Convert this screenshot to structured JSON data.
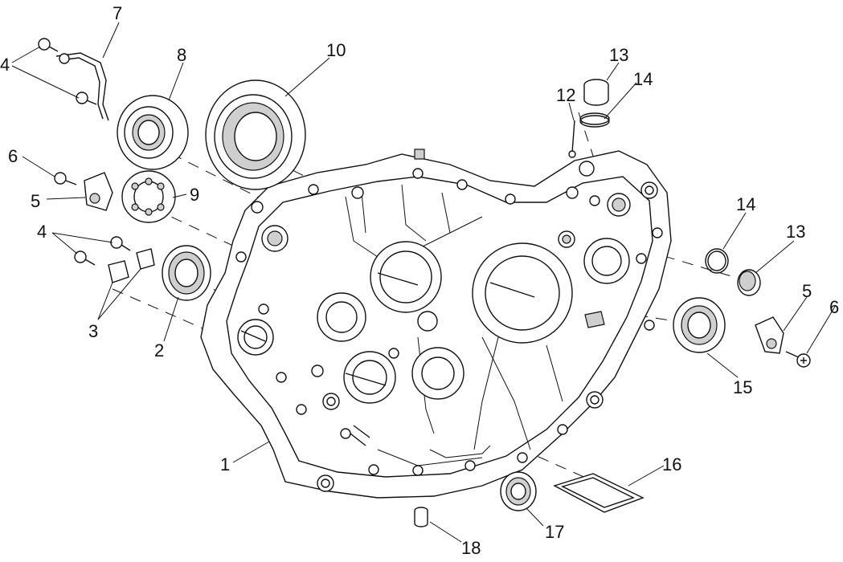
{
  "callouts": {
    "c1": "1",
    "c2": "2",
    "c3": "3",
    "c4a": "4",
    "c4b": "4",
    "c5a": "5",
    "c5b": "5",
    "c6a": "6",
    "c6b": "6",
    "c7": "7",
    "c8": "8",
    "c9": "9",
    "c10": "10",
    "c12": "12",
    "c13a": "13",
    "c13b": "13",
    "c14a": "14",
    "c14b": "14",
    "c15": "15",
    "c16": "16",
    "c17": "17",
    "c18": "18"
  }
}
